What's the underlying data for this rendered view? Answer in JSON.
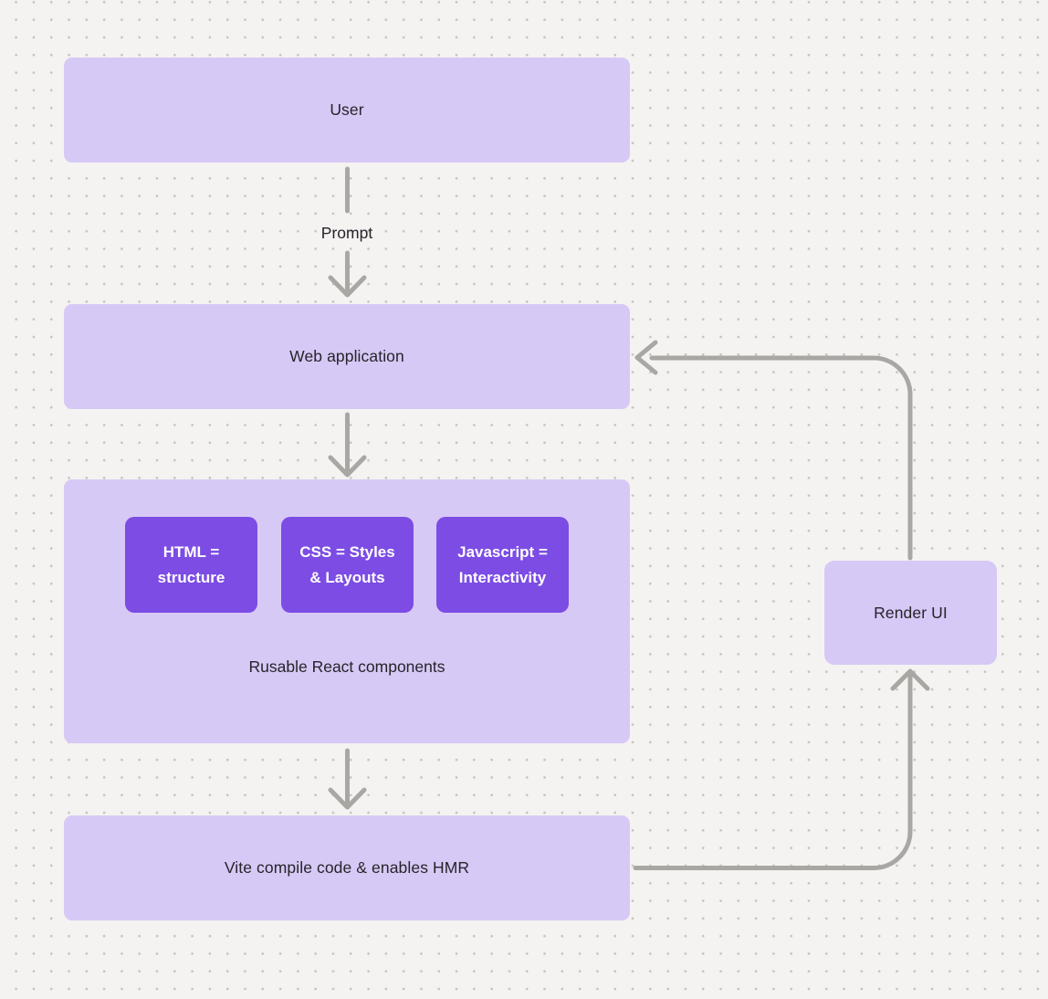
{
  "diagram": {
    "colors": {
      "background": "#f4f3f1",
      "dot_grid": "#c6c4c2",
      "node_fill_light": "#d7c9f5",
      "node_fill_dark": "#7c4ce4",
      "connector": "#a9a7a4",
      "text_dark": "#26242b",
      "text_light": "#ffffff"
    },
    "nodes": {
      "user": {
        "label": "User"
      },
      "web_application": {
        "label": "Web application"
      },
      "components_group": {
        "caption": "Rusable React components",
        "children": [
          {
            "line1": "HTML =",
            "line2": "structure"
          },
          {
            "line1": "CSS = Styles",
            "line2": "& Layouts"
          },
          {
            "line1": "Javascript =",
            "line2": "Interactivity"
          }
        ]
      },
      "vite": {
        "label": "Vite compile code & enables HMR"
      },
      "render_ui": {
        "label": "Render UI"
      }
    },
    "edges": {
      "user_to_webapp_label": "Prompt"
    }
  }
}
